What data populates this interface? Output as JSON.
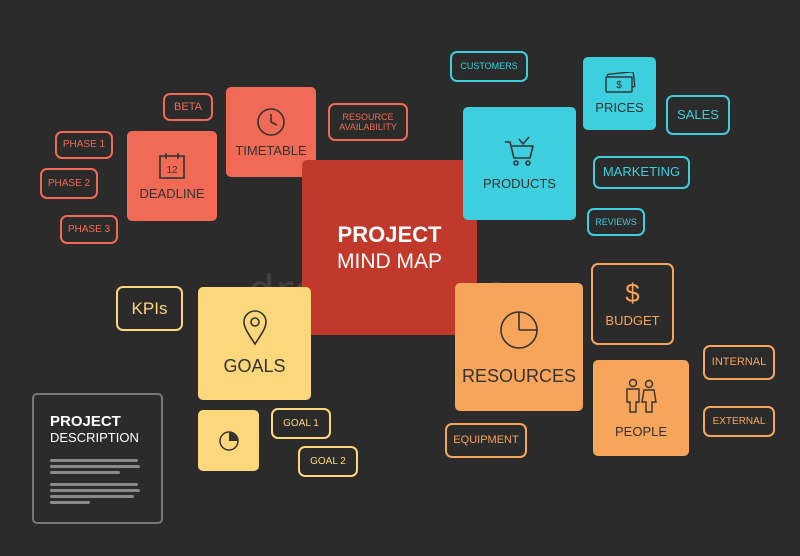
{
  "center": {
    "line1": "PROJECT",
    "line2": "MIND MAP"
  },
  "watermark": "dreamstime",
  "nodes": {
    "deadline": {
      "label": "DEADLINE",
      "icon_text": "12"
    },
    "timetable": {
      "label": "TIMETABLE"
    },
    "products": {
      "label": "PRODUCTS"
    },
    "prices": {
      "label": "PRICES"
    },
    "goals": {
      "label": "GOALS"
    },
    "resources": {
      "label": "RESOURCES"
    },
    "budget": {
      "label": "BUDGET"
    },
    "people": {
      "label": "PEOPLE"
    }
  },
  "tags": {
    "beta": "BETA",
    "phase1": "PHASE 1",
    "phase2": "PHASE 2",
    "phase3": "PHASE 3",
    "resource_availability": "RESOURCE AVAILABILITY",
    "customers": "CUSTOMERS",
    "sales": "SALES",
    "marketing": "MARKETING",
    "reviews": "REVIEWS",
    "kpis": "KPIs",
    "goal1": "GOAL 1",
    "goal2": "GOAL 2",
    "internal": "INTERNAL",
    "external": "EXTERNAL",
    "equipment": "EQUIPMENT"
  },
  "description": {
    "title": "PROJECT",
    "subtitle": "DESCRIPTION"
  },
  "colors": {
    "red": "#f06a55",
    "dark_red": "#c0392b",
    "cyan": "#3ecfde",
    "yellow": "#fcd77c",
    "orange": "#f7a55a",
    "background": "#2b2b2b"
  }
}
